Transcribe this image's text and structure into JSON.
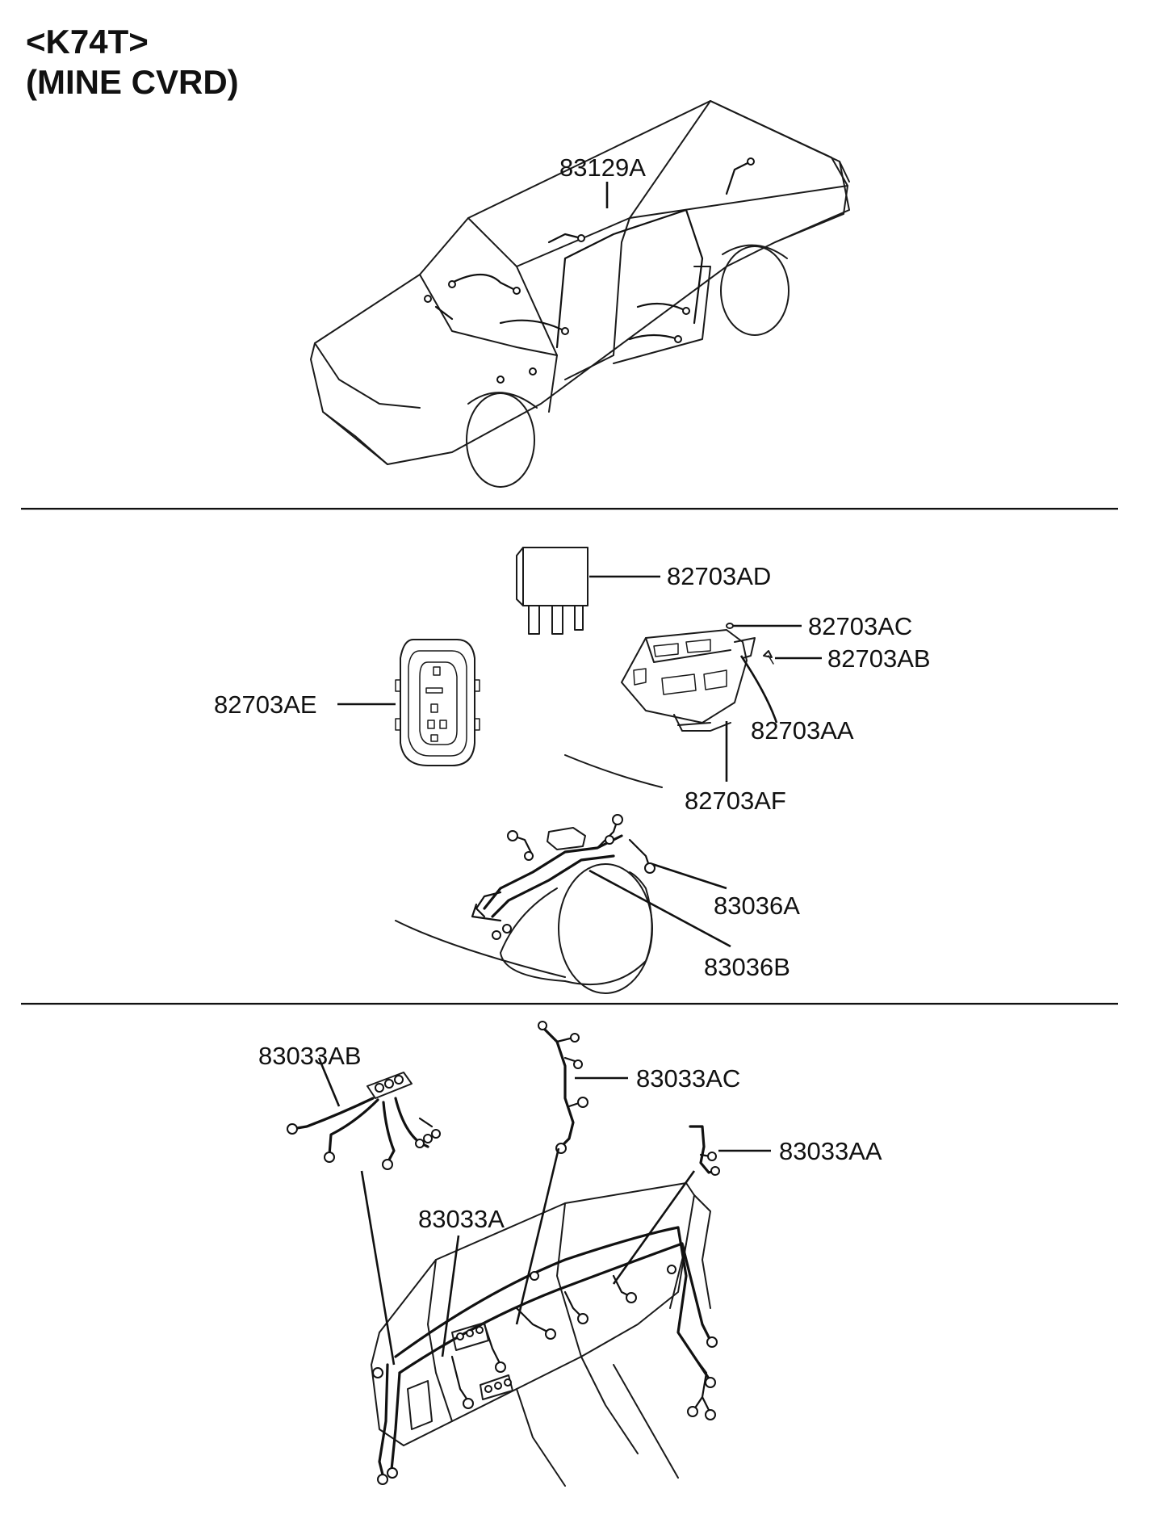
{
  "header": {
    "model_code": "<K74T>",
    "variant": "(MINE CVRD)"
  },
  "parts": {
    "p83129A": "83129A",
    "p82703AD": "82703AD",
    "p82703AC": "82703AC",
    "p82703AB": "82703AB",
    "p82703AE": "82703AE",
    "p82703AA": "82703AA",
    "p82703AF": "82703AF",
    "p83036A": "83036A",
    "p83036B": "83036B",
    "p83033AB": "83033AB",
    "p83033AC": "83033AC",
    "p83033AA": "83033AA",
    "p83033A": "83033A"
  }
}
